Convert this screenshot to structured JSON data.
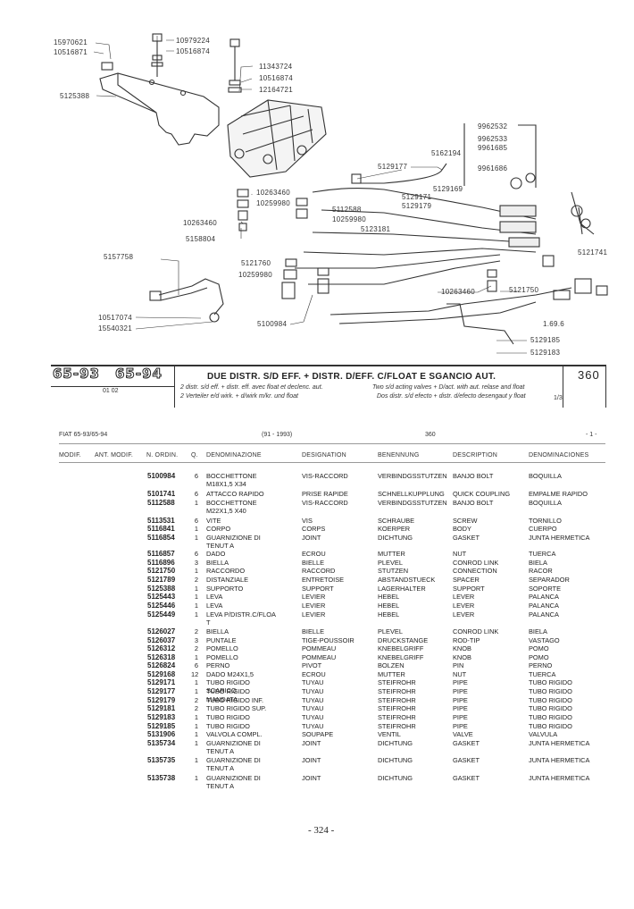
{
  "diagram": {
    "callouts": [
      "15970621",
      "10516871",
      "10979224",
      "10516874",
      "11343724",
      "10516874",
      "12164721",
      "5125388",
      "9962532",
      "9962533",
      "9961685",
      "9961686",
      "5162194",
      "5129177",
      "5129169",
      "10263460",
      "10259980",
      "5129171",
      "5129179",
      "10263460",
      "5112588",
      "5158804",
      "10259980",
      "5123181",
      "5157758",
      "5121760",
      "10259980",
      "5121741",
      "10263460",
      "5121750",
      "10517074",
      "15540321",
      "5100984",
      "1.69.6",
      "5129185",
      "5129183"
    ]
  },
  "band": {
    "logo1": "65-93",
    "logo2": "65-94",
    "code": "01 02",
    "title": "DUE DISTR. S/D EFF. + DISTR. D/EFF. C/FLOAT E SGANCIO AUT.",
    "sub_it": "2 distr. s/d eff. + distr. eff. avec float et declenc. aut.",
    "sub_de": "2 Verteiler e/d wirk. + d/wirk m/kr. und float",
    "sub_en": "Two s/d acting valves + D/act. with aut. relase and float",
    "sub_es": "Dos distr. s/d efecto + distr. d/efecto desengaut y float",
    "page": "360",
    "page_sub": "1/3"
  },
  "meta": {
    "model": "FIAT 65-93/65-94",
    "years": "(91 - 1993)",
    "group": "360",
    "dash": "- 1 -"
  },
  "headers": [
    "MODIF.",
    "ANT. MODIF.",
    "N. ORDIN.",
    "Q.",
    "DENOMINAZIONE",
    "DESIGNATION",
    "BENENNUNG",
    "DESCRIPTION",
    "DENOMINACIONES"
  ],
  "rows": [
    {
      "no": "5100984",
      "q": "6",
      "it": "BOCCHETTONE M18X1,5 X34",
      "fr": "VIS-RACCORD",
      "de": "VERBINDGSSTUTZEN",
      "en": "BANJO BOLT",
      "es": "BOQUILLA"
    },
    {
      "no": "5101741",
      "q": "6",
      "it": "ATTACCO RAPIDO",
      "fr": "PRISE RAPIDE",
      "de": "SCHNELLKUPPLUNG",
      "en": "QUICK COUPLING",
      "es": "EMPALME RAPIDO"
    },
    {
      "no": "5112588",
      "q": "1",
      "it": "BOCCHETTONE M22X1,5 X40",
      "fr": "VIS-RACCORD",
      "de": "VERBINDGSSTUTZEN",
      "en": "BANJO BOLT",
      "es": "BOQUILLA"
    },
    {
      "no": "5113531",
      "q": "6",
      "it": "VITE",
      "fr": "VIS",
      "de": "SCHRAUBE",
      "en": "SCREW",
      "es": "TORNILLO"
    },
    {
      "no": "5116841",
      "q": "1",
      "it": "CORPO",
      "fr": "CORPS",
      "de": "KOERPER",
      "en": "BODY",
      "es": "CUERPO"
    },
    {
      "no": "5116854",
      "q": "1",
      "it": "GUARNIZIONE DI TENUT A",
      "fr": "JOINT",
      "de": "DICHTUNG",
      "en": "GASKET",
      "es": "JUNTA HERMETICA"
    },
    {
      "no": "5116857",
      "q": "6",
      "it": "DADO",
      "fr": "ECROU",
      "de": "MUTTER",
      "en": "NUT",
      "es": "TUERCA"
    },
    {
      "no": "5116896",
      "q": "3",
      "it": "BIELLA",
      "fr": "BIELLE",
      "de": "PLEVEL",
      "en": "CONROD LINK",
      "es": "BIELA"
    },
    {
      "no": "5121750",
      "q": "1",
      "it": "RACCORDO",
      "fr": "RACCORD",
      "de": "STUTZEN",
      "en": "CONNECTION",
      "es": "RACOR"
    },
    {
      "no": "5121789",
      "q": "2",
      "it": "DISTANZIALE",
      "fr": "ENTRETOISE",
      "de": "ABSTANDSTUECK",
      "en": "SPACER",
      "es": "SEPARADOR"
    },
    {
      "no": "5125388",
      "q": "1",
      "it": "SUPPORTO",
      "fr": "SUPPORT",
      "de": "LAGERHALTER",
      "en": "SUPPORT",
      "es": "SOPORTE"
    },
    {
      "no": "5125443",
      "q": "1",
      "it": "LEVA",
      "fr": "LEVIER",
      "de": "HEBEL",
      "en": "LEVER",
      "es": "PALANCA"
    },
    {
      "no": "5125446",
      "q": "1",
      "it": "LEVA",
      "fr": "LEVIER",
      "de": "HEBEL",
      "en": "LEVER",
      "es": "PALANCA"
    },
    {
      "no": "5125449",
      "q": "1",
      "it": "LEVA P/DISTR.C/FLOA T",
      "fr": "LEVIER",
      "de": "HEBEL",
      "en": "LEVER",
      "es": "PALANCA"
    },
    {
      "no": "5126027",
      "q": "2",
      "it": "BIELLA",
      "fr": "BIELLE",
      "de": "PLEVEL",
      "en": "CONROD LINK",
      "es": "BIELA"
    },
    {
      "no": "5126037",
      "q": "3",
      "it": "PUNTALE",
      "fr": "TIGE-POUSSOIR",
      "de": "DRUCKSTANGE",
      "en": "ROD-TIP",
      "es": "VASTAGO"
    },
    {
      "no": "5126312",
      "q": "2",
      "it": "POMELLO",
      "fr": "POMMEAU",
      "de": "KNEBELGRIFF",
      "en": "KNOB",
      "es": "POMO"
    },
    {
      "no": "5126318",
      "q": "1",
      "it": "POMELLO",
      "fr": "POMMEAU",
      "de": "KNEBELGRIFF",
      "en": "KNOB",
      "es": "POMO"
    },
    {
      "no": "5126824",
      "q": "6",
      "it": "PERNO",
      "fr": "PIVOT",
      "de": "BOLZEN",
      "en": "PIN",
      "es": "PERNO"
    },
    {
      "no": "5129168",
      "q": "12",
      "it": "DADO M24X1,5",
      "fr": "ECROU",
      "de": "MUTTER",
      "en": "NUT",
      "es": "TUERCA"
    },
    {
      "no": "5129171",
      "q": "1",
      "it": "TUBO RIGIDO SCARICO",
      "fr": "TUYAU",
      "de": "STEIFROHR",
      "en": "PIPE",
      "es": "TUBO RIGIDO"
    },
    {
      "no": "5129177",
      "q": "1",
      "it": "TUBO RIGIDO MANDATA",
      "fr": "TUYAU",
      "de": "STEIFROHR",
      "en": "PIPE",
      "es": "TUBO RIGIDO"
    },
    {
      "no": "5129179",
      "q": "2",
      "it": "TUBO RIGIDO INF.",
      "fr": "TUYAU",
      "de": "STEIFROHR",
      "en": "PIPE",
      "es": "TUBO RIGIDO"
    },
    {
      "no": "5129181",
      "q": "2",
      "it": "TUBO RIGIDO SUP.",
      "fr": "TUYAU",
      "de": "STEIFROHR",
      "en": "PIPE",
      "es": "TUBO RIGIDO"
    },
    {
      "no": "5129183",
      "q": "1",
      "it": "TUBO RIGIDO",
      "fr": "TUYAU",
      "de": "STEIFROHR",
      "en": "PIPE",
      "es": "TUBO RIGIDO"
    },
    {
      "no": "5129185",
      "q": "1",
      "it": "TUBO RIGIDO",
      "fr": "TUYAU",
      "de": "STEIFROHR",
      "en": "PIPE",
      "es": "TUBO RIGIDO"
    },
    {
      "no": "5131906",
      "q": "1",
      "it": "VALVOLA COMPL.",
      "fr": "SOUPAPE",
      "de": "VENTIL",
      "en": "VALVE",
      "es": "VALVULA"
    },
    {
      "no": "5135734",
      "q": "1",
      "it": "GUARNIZIONE DI TENUT A",
      "fr": "JOINT",
      "de": "DICHTUNG",
      "en": "GASKET",
      "es": "JUNTA HERMETICA"
    },
    {
      "no": "5135735",
      "q": "1",
      "it": "GUARNIZIONE DI TENUT A",
      "fr": "JOINT",
      "de": "DICHTUNG",
      "en": "GASKET",
      "es": "JUNTA HERMETICA"
    },
    {
      "no": "5135738",
      "q": "1",
      "it": "GUARNIZIONE DI TENUT A",
      "fr": "JOINT",
      "de": "DICHTUNG",
      "en": "GASKET",
      "es": "JUNTA HERMETICA"
    }
  ],
  "footer": "- 324 -"
}
